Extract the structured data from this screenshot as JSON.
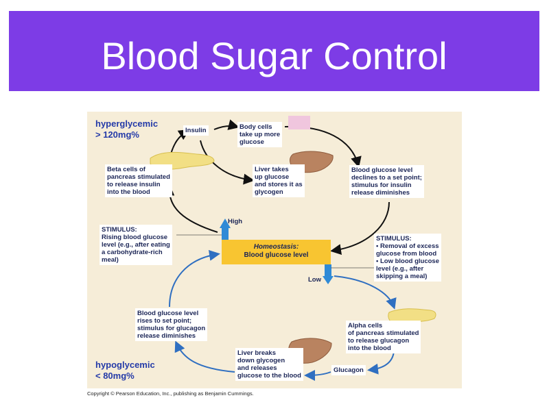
{
  "slide": {
    "title": "Blood Sugar Control"
  },
  "diagram": {
    "hyperglycemic": "hyperglycemic\n> 120mg%",
    "hypoglycemic": "hypoglycemic\n<  80mg%",
    "insulin": "Insulin",
    "glucagon": "Glucagon",
    "body_cells": "Body cells\ntake up more\nglucose",
    "liver_takes": "Liver takes\nup glucose\nand stores it as\nglycogen",
    "beta_cells": "Beta cells of\npancreas stimulated\nto release insulin\ninto the blood",
    "declines": "Blood glucose level\ndeclines to a set point;\nstimulus for insulin\nrelease diminishes",
    "stimulus_rising": "STIMULUS:\nRising blood glucose\nlevel (e.g., after eating\na carbohydrate-rich\nmeal)",
    "stimulus_falling": "STIMULUS:\n• Removal of excess\n  glucose from blood\n• Low blood glucose\n  level (e.g., after\n  skipping a meal)",
    "high": "High",
    "low": "Low",
    "homeostasis_title": "Homeostasis:",
    "homeostasis_sub": "Blood glucose level",
    "rises": "Blood glucose level\nrises to set point;\nstimulus for glucagon\nrelease diminishes",
    "alpha_cells": "Alpha cells\nof pancreas stimulated\nto release glucagon\ninto the blood",
    "liver_breaks": "Liver breaks\ndown glycogen\nand releases\nglucose to the blood"
  },
  "copyright": "Copyright © Pearson Education, Inc., publishing as Benjamin Cummings.",
  "colors": {
    "title_bar": "#7d3ce6",
    "figure_bg": "#f6edd8",
    "homeostasis_box": "#f8c531",
    "blue_arrow": "#2f6fc1",
    "label_blue": "#243aa8"
  }
}
